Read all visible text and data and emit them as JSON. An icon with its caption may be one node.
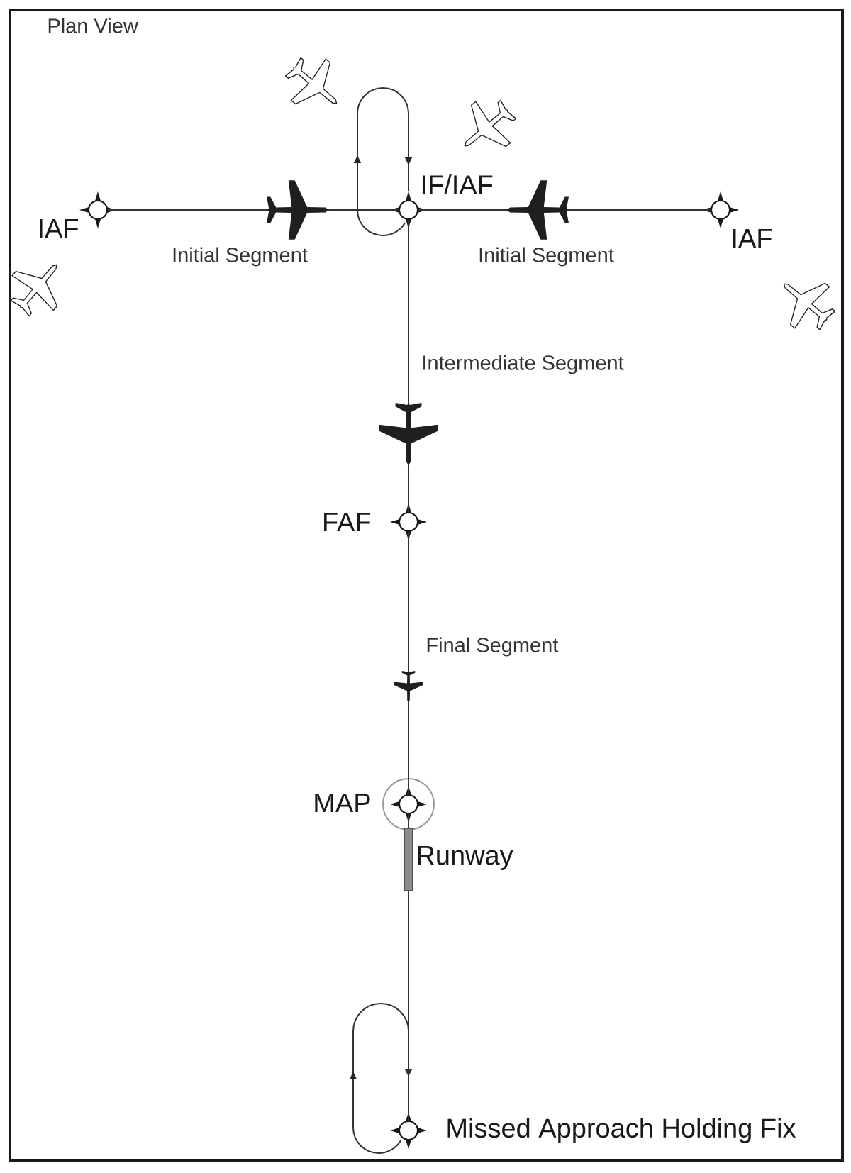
{
  "diagram": {
    "title": "Plan View",
    "nodes": [
      {
        "text": [],
        "shape": "circle",
        "beside": [
          "IAF"
        ]
      },
      {
        "text": [],
        "shape": "circle",
        "beside": [
          "IF/IAF"
        ]
      },
      {
        "text": [],
        "shape": "circle",
        "beside": [
          "IAF"
        ]
      },
      {
        "text": [],
        "shape": "circle",
        "beside": [
          "FAF"
        ]
      },
      {
        "text": [],
        "shape": "circle",
        "beside": [
          "MAP"
        ]
      },
      {
        "text": [],
        "shape": "circle",
        "beside": [
          "Missed Approach Holding Fix"
        ]
      }
    ],
    "edges": [
      {
        "from": 0,
        "to": 1,
        "arrow": "none",
        "label": "Initial Segment"
      },
      {
        "from": 2,
        "to": 1,
        "arrow": "none",
        "label": "Initial Segment"
      },
      {
        "from": 1,
        "to": 3,
        "arrow": "none",
        "label": "Intermediate Segment"
      },
      {
        "from": 3,
        "to": 4,
        "arrow": "none",
        "label": "Final Segment"
      },
      {
        "from": 4,
        "to": 5,
        "arrow": "to"
      }
    ],
    "labels": [
      "Runway"
    ]
  }
}
